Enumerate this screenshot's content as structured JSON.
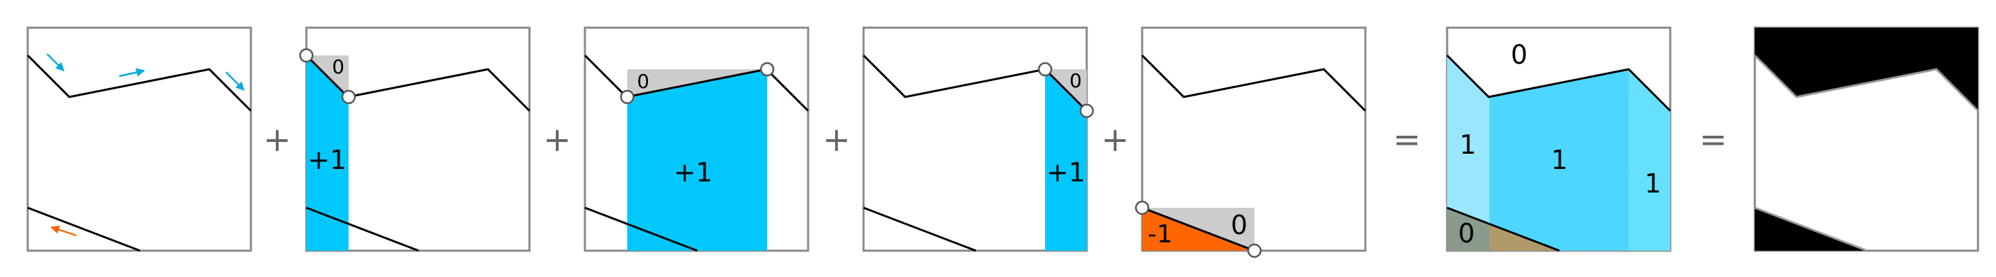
{
  "operators": [
    "+",
    "+",
    "+",
    "+",
    "=",
    "="
  ],
  "panel2": {
    "zero_label": "0",
    "value_label": "+1"
  },
  "panel3": {
    "zero_label": "0",
    "value_label": "+1"
  },
  "panel4": {
    "zero_label": "0",
    "value_label": "+1"
  },
  "panel5": {
    "zero_label": "0",
    "value_label": "-1"
  },
  "result_panel": {
    "top_label": "0",
    "left_label": "1",
    "center_label": "1",
    "right_label": "1",
    "bottom_label": "0"
  },
  "colors": {
    "frame": "#888888",
    "positive": "#00c8ff",
    "negative": "#ff6600",
    "zero_triangle": "#cccccc",
    "arrow_blue": "#00aadd",
    "arrow_orange": "#ff6600",
    "result_light": "#99e6ff",
    "result_mid": "#4dd6ff",
    "result_right": "#66e0ff",
    "result_olive": "#b09a6a",
    "result_gray": "#8a9a8c",
    "mask_black": "#000000"
  }
}
